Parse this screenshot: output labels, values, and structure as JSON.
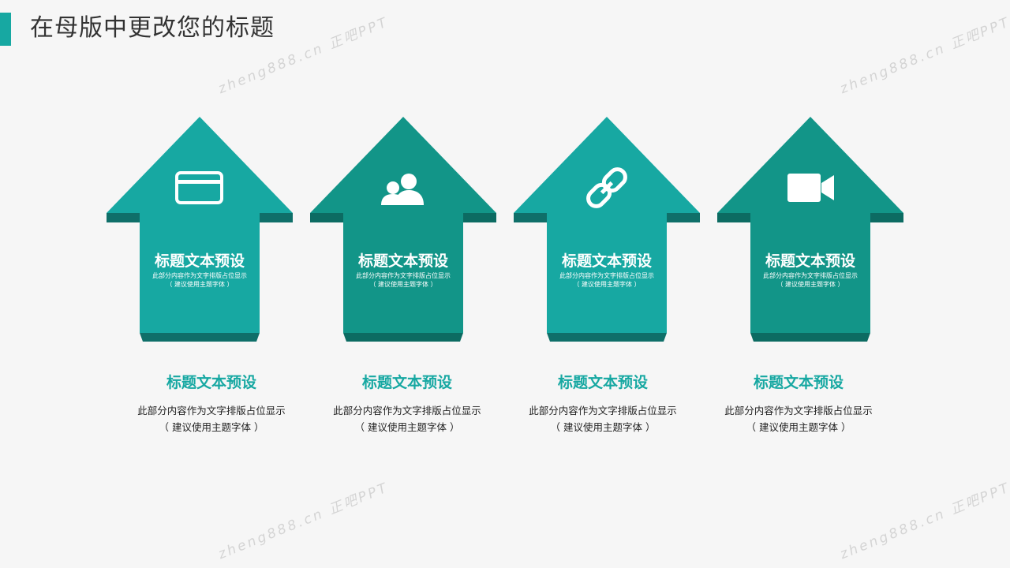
{
  "page": {
    "title": "在母版中更改您的标题",
    "accent_color": "#17a8a2",
    "accent_dark_color": "#129588"
  },
  "watermark": {
    "text": "zheng888.cn 正吧PPT"
  },
  "arrows": [
    {
      "icon": "credit-card-icon",
      "title": "标题文本预设",
      "desc_line1": "此部分内容作为文字排版占位显示",
      "desc_line2": "（ 建议使用主题字体 ）",
      "color": "#17a8a2"
    },
    {
      "icon": "users-icon",
      "title": "标题文本预设",
      "desc_line1": "此部分内容作为文字排版占位显示",
      "desc_line2": "（ 建议使用主题字体 ）",
      "color": "#129588"
    },
    {
      "icon": "link-icon",
      "title": "标题文本预设",
      "desc_line1": "此部分内容作为文字排版占位显示",
      "desc_line2": "（ 建议使用主题字体 ）",
      "color": "#17a8a2"
    },
    {
      "icon": "video-camera-icon",
      "title": "标题文本预设",
      "desc_line1": "此部分内容作为文字排版占位显示",
      "desc_line2": "（ 建议使用主题字体 ）",
      "color": "#129588"
    }
  ],
  "items": [
    {
      "title": "标题文本预设",
      "desc_line1": "此部分内容作为文字排版占位显示",
      "desc_line2": "（ 建议使用主题字体 ）"
    },
    {
      "title": "标题文本预设",
      "desc_line1": "此部分内容作为文字排版占位显示",
      "desc_line2": "（ 建议使用主题字体 ）"
    },
    {
      "title": "标题文本预设",
      "desc_line1": "此部分内容作为文字排版占位显示",
      "desc_line2": "（ 建议使用主题字体 ）"
    },
    {
      "title": "标题文本预设",
      "desc_line1": "此部分内容作为文字排版占位显示",
      "desc_line2": "（ 建议使用主题字体 ）"
    }
  ]
}
